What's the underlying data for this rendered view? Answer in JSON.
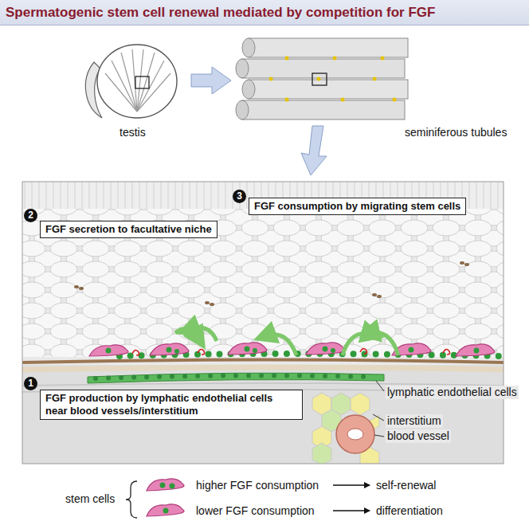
{
  "diagram": {
    "title": "Spermatogenic stem cell renewal mediated by competition for FGF",
    "nodes": [
      {
        "text": [
          "FGF secretion to facultative niche"
        ]
      },
      {
        "text": [
          "FGF consumption by migrating stem cells"
        ]
      },
      {
        "text": [
          "FGF production by lymphatic endothelial cells near blood vessels/interstitium"
        ]
      }
    ],
    "labels": [
      "testis",
      "seminiferous tubules",
      "2",
      "3",
      "1",
      "lymphatic endothelial cells",
      "interstitium",
      "blood vessel",
      "stem cells",
      "higher FGF consumption",
      "self-renewal",
      "lower FGF consumption",
      "differentiation"
    ]
  }
}
